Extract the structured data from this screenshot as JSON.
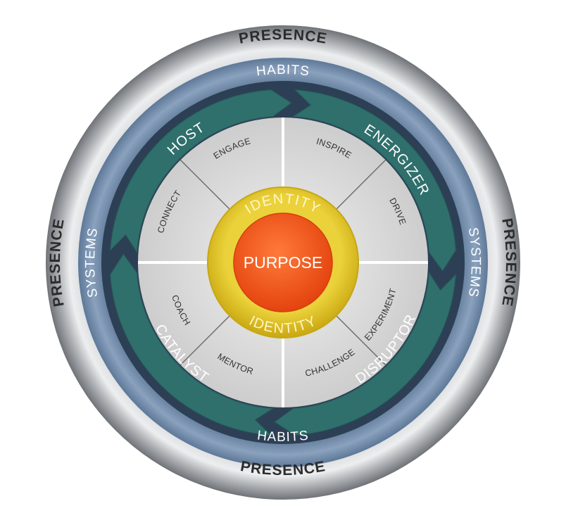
{
  "diagram": {
    "outer_ring": {
      "label": "PRESENCE"
    },
    "band_ring": {
      "top": "HABITS",
      "bottom": "HABITS",
      "left": "SYSTEMS",
      "right": "SYSTEMS"
    },
    "roles": [
      "HOST",
      "ENERGIZER",
      "DISRUPTOR",
      "CATALYST"
    ],
    "actions": [
      "ENGAGE",
      "INSPIRE",
      "DRIVE",
      "EXPERIMENT",
      "CHALLENGE",
      "MENTOR",
      "COACH",
      "CONNECT"
    ],
    "identity": {
      "top": "IDENTITY",
      "bottom": "IDENTITY"
    },
    "core": {
      "label": "PURPOSE"
    },
    "colors": {
      "outer_ring": "#8a8c90",
      "outer_ring_light": "#d4d6d9",
      "band_ring": "#6f88a6",
      "role_arrows": "#2f6f6c",
      "segments": "#dcdcdc",
      "identity_ring": "#e0c21c",
      "core": "#f0531b"
    }
  }
}
